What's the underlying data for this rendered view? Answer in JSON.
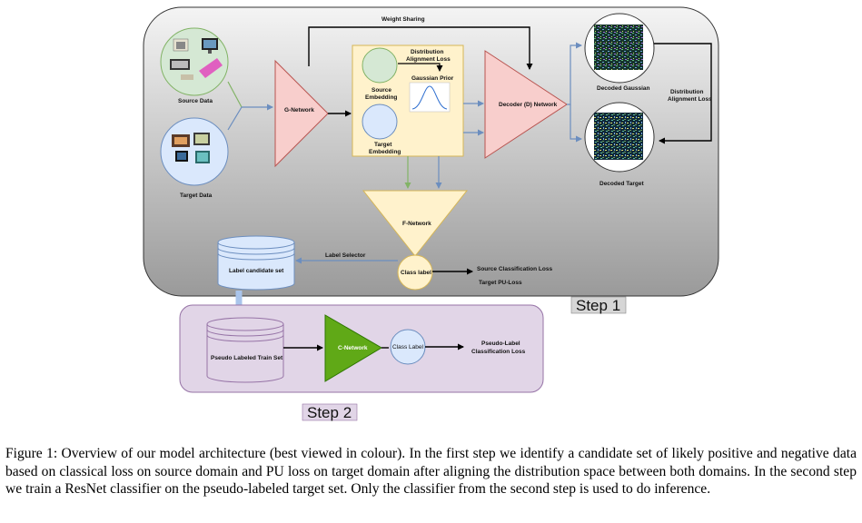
{
  "labels": {
    "weight_sharing": "Weight Sharing",
    "distribution_alignment_loss_1": "Distribution",
    "distribution_alignment_loss_2": "Alignment Loss",
    "gaussian_prior": "Gaussian Prior",
    "source_embedding_1": "Source",
    "source_embedding_2": "Embedding",
    "target_embedding_1": "Target",
    "target_embedding_2": "Embedding",
    "source_data": "Source Data",
    "target_data": "Target Data",
    "g_network": "G-Network",
    "decoder_network": "Decoder (D) Network",
    "decoded_gaussian": "Decoded Gaussian",
    "decoded_target": "Decoded Target",
    "dist_align_right_1": "Distribution",
    "dist_align_right_2": "Alignment Loss",
    "f_network": "F-Network",
    "class_label": "Class label",
    "label_selector": "Label Selector",
    "label_candidate_set": "Label candidate set",
    "source_classification_loss": "Source Classification Loss",
    "target_pu_loss": "Target PU-Loss",
    "step1": "Step 1",
    "pseudo_labeled_train_set": "Pseudo Labeled Train Set",
    "c_network": "C-Network",
    "class_label_2": "Class Label",
    "pseudo_label_loss_1": "Pseudo-Label",
    "pseudo_label_loss_2": "Classification Loss",
    "step2": "Step 2"
  },
  "caption": "Figure 1: Overview of our model architecture (best viewed in colour). In the first step we identify a candidate set of likely positive and negative data based on classical loss on source domain and PU loss on target domain after aligning the distribution space between both domains. In the second step we train a ResNet classifier on the pseudo-labeled target set. Only the classifier from the second step is used to do inference.",
  "colors": {
    "step1_bg_top": "#f2f2f2",
    "step1_bg_bottom": "#9e9e9e",
    "step2_bg": "#e1d5e7",
    "g_network": "#f8cecc",
    "decoder": "#f8cecc",
    "embedding_box": "#fff2cc",
    "source_circle": "#d5e8d4",
    "target_circle": "#dae8fc",
    "f_network": "#fff2cc",
    "c_network": "#60a917",
    "blue_arrow": "#6c8ebf",
    "green_arrow": "#82b366"
  }
}
